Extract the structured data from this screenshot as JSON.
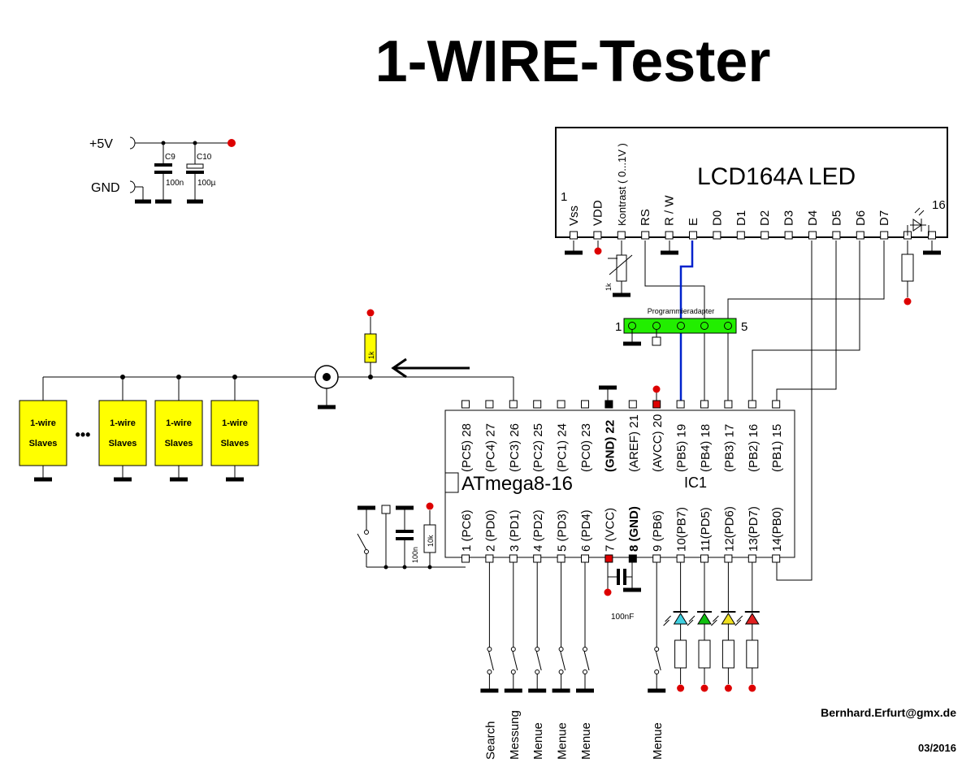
{
  "title": "1-WIRE-Tester",
  "supply": {
    "vcc_label": "+5V",
    "gnd_label": "GND",
    "c9_name": "C9",
    "c9_value": "100n",
    "c10_name": "C10",
    "c10_value": "100µ"
  },
  "lcd": {
    "name": "LCD164A LED",
    "pin_first": "1",
    "pin_last": "16",
    "pins": [
      "Vss",
      "VDD",
      "Kontrast ( 0...1V )",
      "RS",
      "R / W",
      "E",
      "D0",
      "D1",
      "D2",
      "D3",
      "D4",
      "D5",
      "D6",
      "D7"
    ],
    "pot_value": "1k"
  },
  "adapter": {
    "name": "Programmieradapter",
    "pin_first": "1",
    "pin_last": "5"
  },
  "pullup": {
    "value": "1k"
  },
  "slaves": {
    "label_line1": "1-wire",
    "label_line2": "Slaves",
    "ellipsis": "•••"
  },
  "mcu": {
    "name": "ATmega8-16",
    "ref": "IC1",
    "top_pins": [
      "(PC5) 28",
      "(PC4) 27",
      "(PC3) 26",
      "(PC2) 25",
      "(PC1) 24",
      "(PC0) 23",
      "(GND) 22",
      "(AREF) 21",
      "(AVCC) 20",
      "(PB5) 19",
      "(PB4) 18",
      "(PB3) 17",
      "(PB2) 16",
      "(PB1) 15"
    ],
    "bottom_pins": [
      "1 (PC6)",
      "2 (PD0)",
      "3 (PD1)",
      "4 (PD2)",
      "5 (PD3)",
      "6 (PD4)",
      "7 (VCC)",
      "8 (GND)",
      "9 (PB6)",
      "10(PB7)",
      "11(PD5)",
      "12(PD6)",
      "13(PD7)",
      "14(PB0)"
    ]
  },
  "reset": {
    "c_value": "100n",
    "r_value": "10k"
  },
  "decoupling": {
    "value": "100nF"
  },
  "buttons": [
    "Search",
    "Messung",
    "Menue",
    "Menue",
    "Menue",
    "Menue"
  ],
  "leds": {
    "colors": [
      "#40d0e0",
      "#10c010",
      "#f0e020",
      "#e02020"
    ]
  },
  "author": "Bernhard.Erfurt@gmx.de",
  "date": "03/2016",
  "colors": {
    "slave_fill": "#ffff00",
    "adapter_fill": "#22ee00",
    "rail_dot": "#dd0000",
    "signal_wire": "#0022cc",
    "ref_text": "#008800"
  }
}
